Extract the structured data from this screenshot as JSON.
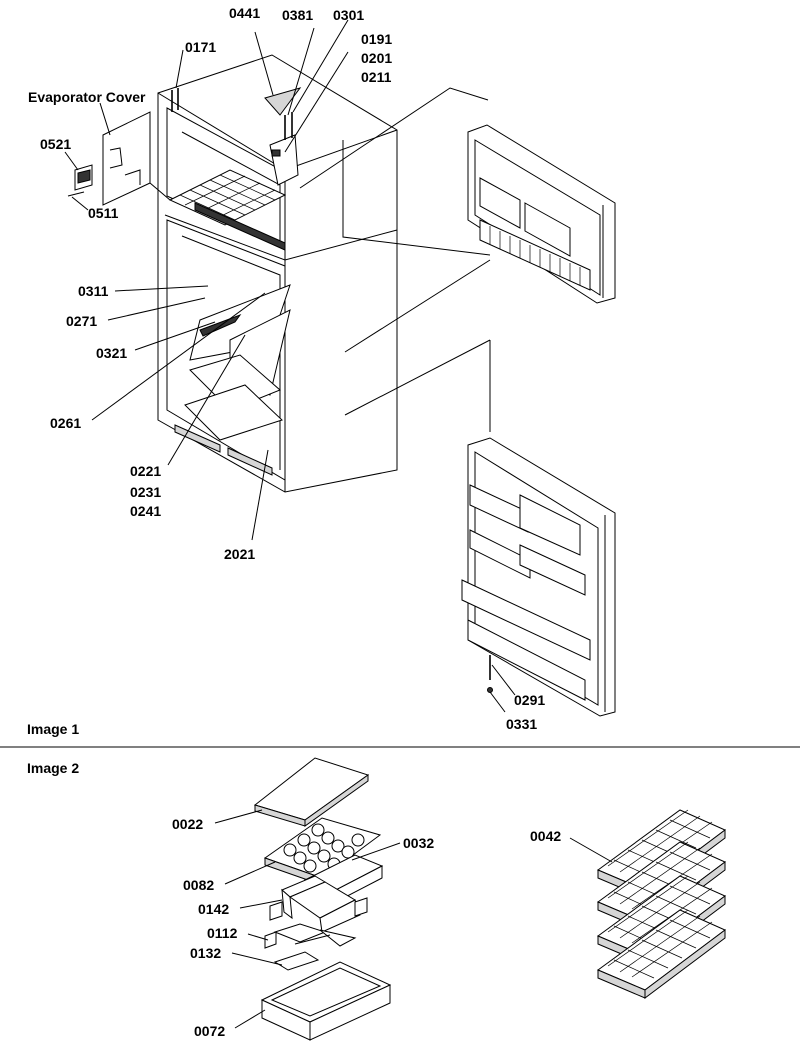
{
  "sections": [
    {
      "label": "Image 1"
    },
    {
      "label": "Image 2"
    }
  ],
  "callouts": {
    "evaporator_cover": "Evaporator Cover",
    "p0441": "0441",
    "p0381": "0381",
    "p0301": "0301",
    "p0191": "0191",
    "p0201": "0201",
    "p0211": "0211",
    "p0171": "0171",
    "p0521": "0521",
    "p0511": "0511",
    "p0311": "0311",
    "p0271": "0271",
    "p0321": "0321",
    "p0261": "0261",
    "p0221": "0221",
    "p0231": "0231",
    "p0241": "0241",
    "p2021": "2021",
    "p0291": "0291",
    "p0331": "0331",
    "p0022": "0022",
    "p0082": "0082",
    "p0032": "0032",
    "p0142": "0142",
    "p0112": "0112",
    "p0132": "0132",
    "p0072": "0072",
    "p0042": "0042"
  },
  "colors": {
    "line": "#000000",
    "background": "#ffffff",
    "shade": "#d6d6d6"
  }
}
